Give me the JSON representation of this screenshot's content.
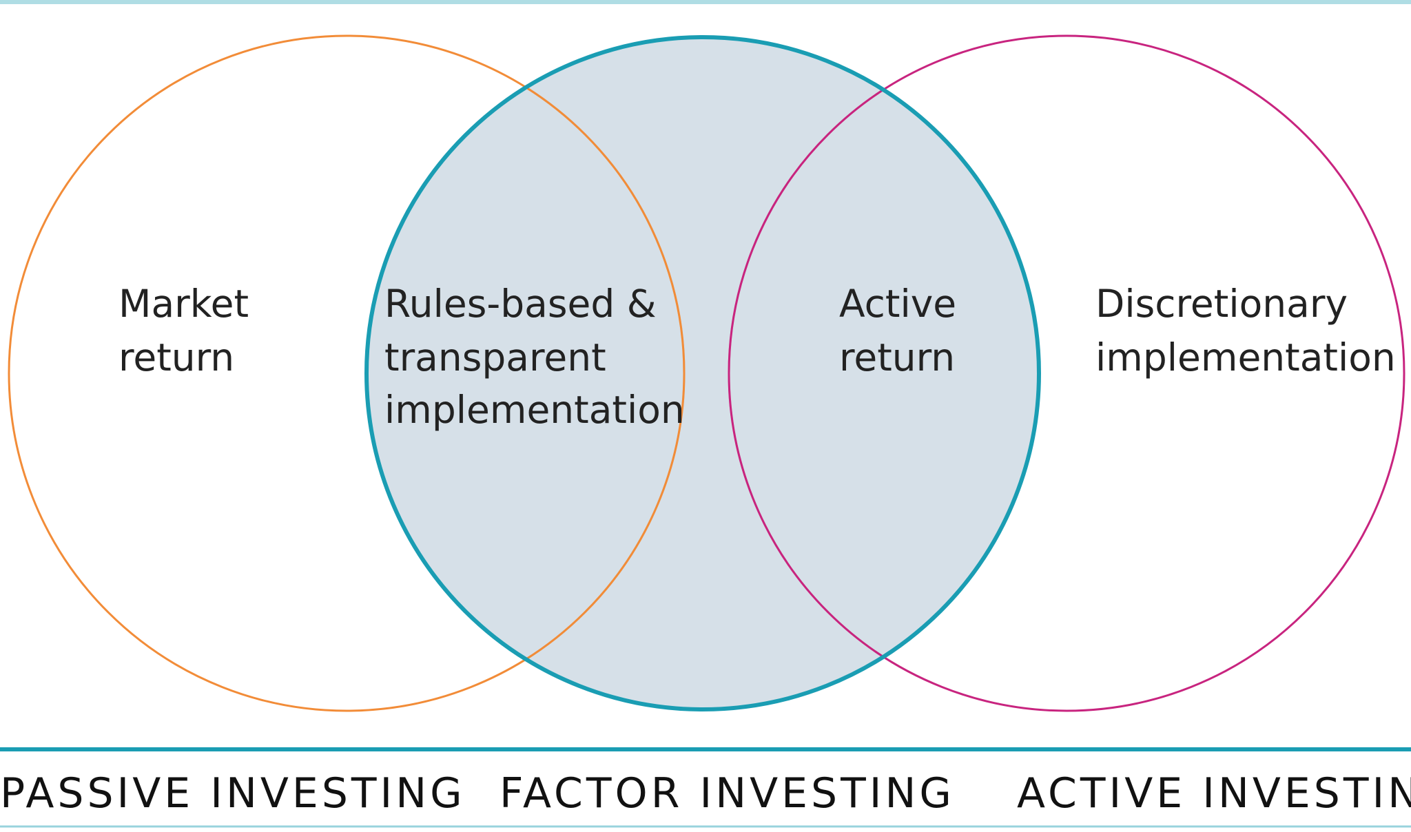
{
  "diagram": {
    "type": "venn",
    "circles": {
      "passive": {
        "color": "#F28C38"
      },
      "factor": {
        "color": "#1A9DB3",
        "fill": "#D6E0E8"
      },
      "active": {
        "color": "#C8247F"
      }
    },
    "labels": {
      "market_return": [
        "Market",
        "return"
      ],
      "rules_based": [
        "Rules-based &",
        "transparent",
        "implementation"
      ],
      "active_return": [
        "Active",
        "return"
      ],
      "discretionary": [
        "Discretionary",
        "implementation"
      ]
    },
    "categories": {
      "passive": "PASSIVE INVESTING",
      "factor": "FACTOR INVESTING",
      "active": "ACTIVE INVESTING"
    },
    "rule_color": "#1A9DB3"
  }
}
